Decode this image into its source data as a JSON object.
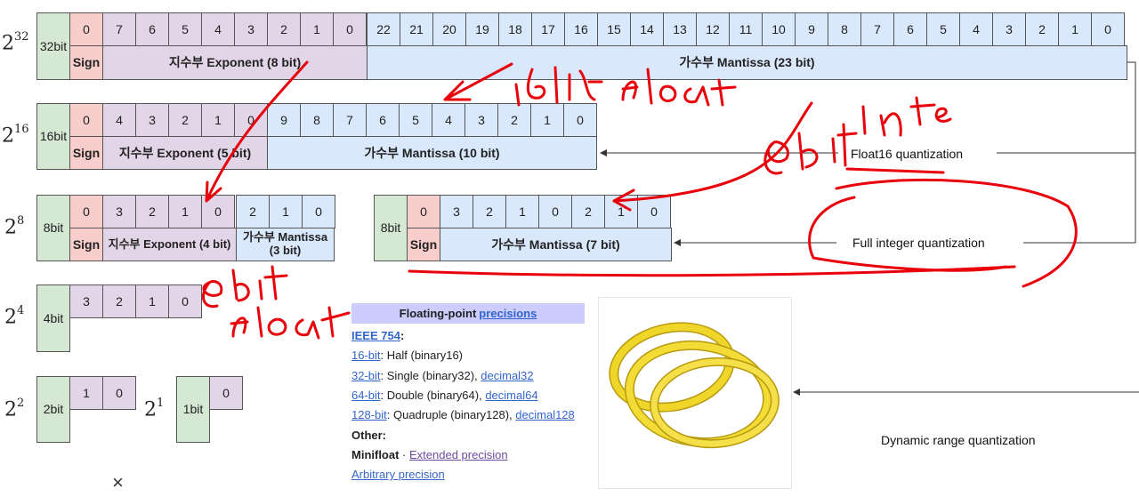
{
  "powers": {
    "p32": {
      "base": "2",
      "exp": "32"
    },
    "p16": {
      "base": "2",
      "exp": "16"
    },
    "p8": {
      "base": "2",
      "exp": "8"
    },
    "p4": {
      "base": "2",
      "exp": "4"
    },
    "p2": {
      "base": "2",
      "exp": "2"
    },
    "p1": {
      "base": "2",
      "exp": "1"
    }
  },
  "row32": {
    "size": "32bit",
    "sign_index": "0",
    "exp_indices": [
      "7",
      "6",
      "5",
      "4",
      "3",
      "2",
      "1",
      "0"
    ],
    "man_indices": [
      "22",
      "21",
      "20",
      "19",
      "18",
      "17",
      "16",
      "15",
      "14",
      "13",
      "12",
      "11",
      "10",
      "9",
      "8",
      "7",
      "6",
      "5",
      "4",
      "3",
      "2",
      "1",
      "0"
    ],
    "sign": "Sign",
    "exponent": "지수부 Exponent (8 bit)",
    "mantissa": "가수부 Mantissa (23 bit)"
  },
  "row16": {
    "size": "16bit",
    "sign_index": "0",
    "exp_indices": [
      "4",
      "3",
      "2",
      "1",
      "0"
    ],
    "man_indices": [
      "9",
      "8",
      "7",
      "6",
      "5",
      "4",
      "3",
      "2",
      "1",
      "0"
    ],
    "sign": "Sign",
    "exponent": "지수부 Exponent (5 bit)",
    "mantissa": "가수부 Mantissa (10 bit)"
  },
  "row8f": {
    "size": "8bit",
    "sign_index": "0",
    "exp_indices": [
      "3",
      "2",
      "1",
      "0"
    ],
    "man_indices": [
      "2",
      "1",
      "0"
    ],
    "sign": "Sign",
    "exponent": "지수부 Exponent (4 bit)",
    "mantissa": "가수부 Mantissa (3 bit)"
  },
  "row8i": {
    "size": "8bit",
    "sign_index": "0",
    "man_indices": [
      "3",
      "2",
      "1",
      "0",
      "2",
      "1",
      "0"
    ],
    "sign": "Sign",
    "mantissa": "가수부 Mantissa (7 bit)"
  },
  "row4": {
    "size": "4bit",
    "indices": [
      "3",
      "2",
      "1",
      "0"
    ]
  },
  "row2": {
    "size": "2bit",
    "indices": [
      "1",
      "0"
    ]
  },
  "row1": {
    "size": "1bit",
    "indices": [
      "0"
    ]
  },
  "labels": {
    "float16": "Float16 quantization",
    "full_int": "Full integer quantization",
    "dynamic": "Dynamic range quantization"
  },
  "infobox": {
    "title_prefix": "Floating-point ",
    "title_link": "precisions",
    "ieee": "IEEE 754",
    "l16": "16-bit",
    "t16": ": Half (binary16)",
    "l32": "32-bit",
    "t32": ": Single (binary32), ",
    "d32": "decimal32",
    "l64": "64-bit",
    "t64": ": Double (binary64), ",
    "d64": "decimal64",
    "l128": "128-bit",
    "t128": ": Quadruple (binary128), ",
    "d128": "decimal128",
    "other": "Other:",
    "minifloat": "Minifloat",
    "sep": " · ",
    "extended": "Extended precision",
    "arbitrary": "Arbitrary precision"
  },
  "close_glyph": "×",
  "colors": {
    "green": "#d5e8d4",
    "red": "#f8cecc",
    "purple": "#e1d5e7",
    "blue": "#dae8fc",
    "ink": "#e8000b",
    "band": "#f2e13a"
  }
}
